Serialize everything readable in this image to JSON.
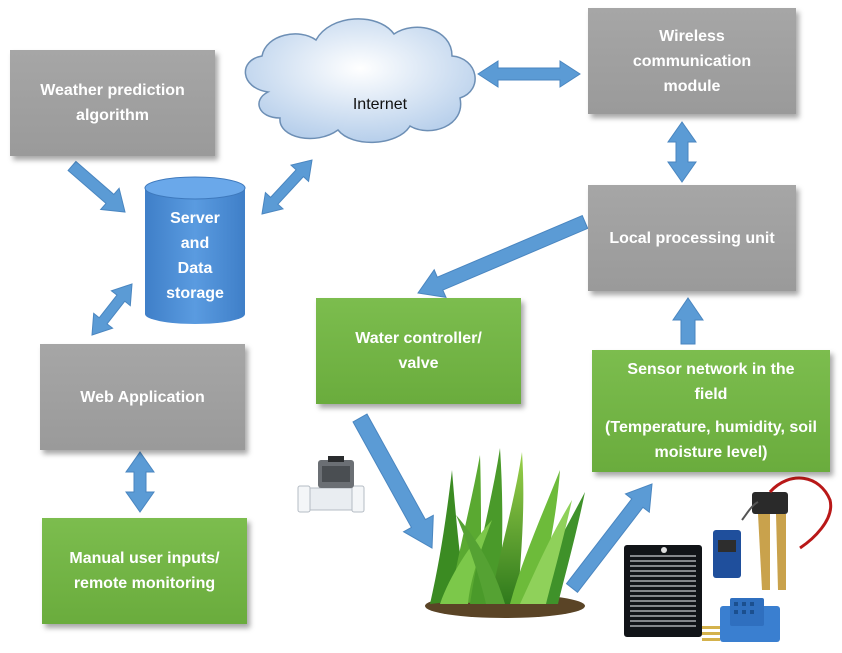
{
  "nodes": {
    "weather": "Weather prediction algorithm",
    "server": [
      "Server",
      "and",
      "Data",
      "storage"
    ],
    "internet": "Internet",
    "wireless": "Wireless communication module",
    "local": "Local processing unit",
    "water": "Water controller/ valve",
    "web": "Web Application",
    "sensor_line1": "Sensor network in the field",
    "sensor_line2": "(Temperature, humidity, soil moisture level)",
    "manual": "Manual user inputs/ remote monitoring"
  },
  "colors": {
    "gray_box": "#a0a0a0",
    "green_box": "#70ad47",
    "arrow": "#5b9bd5",
    "cylinder": "#4f8fd6",
    "cloud": "#c9dcf2"
  },
  "images": [
    "solenoid-valve",
    "grass",
    "rain-sensor",
    "soil-moisture-sensor",
    "humidity-sensor"
  ]
}
